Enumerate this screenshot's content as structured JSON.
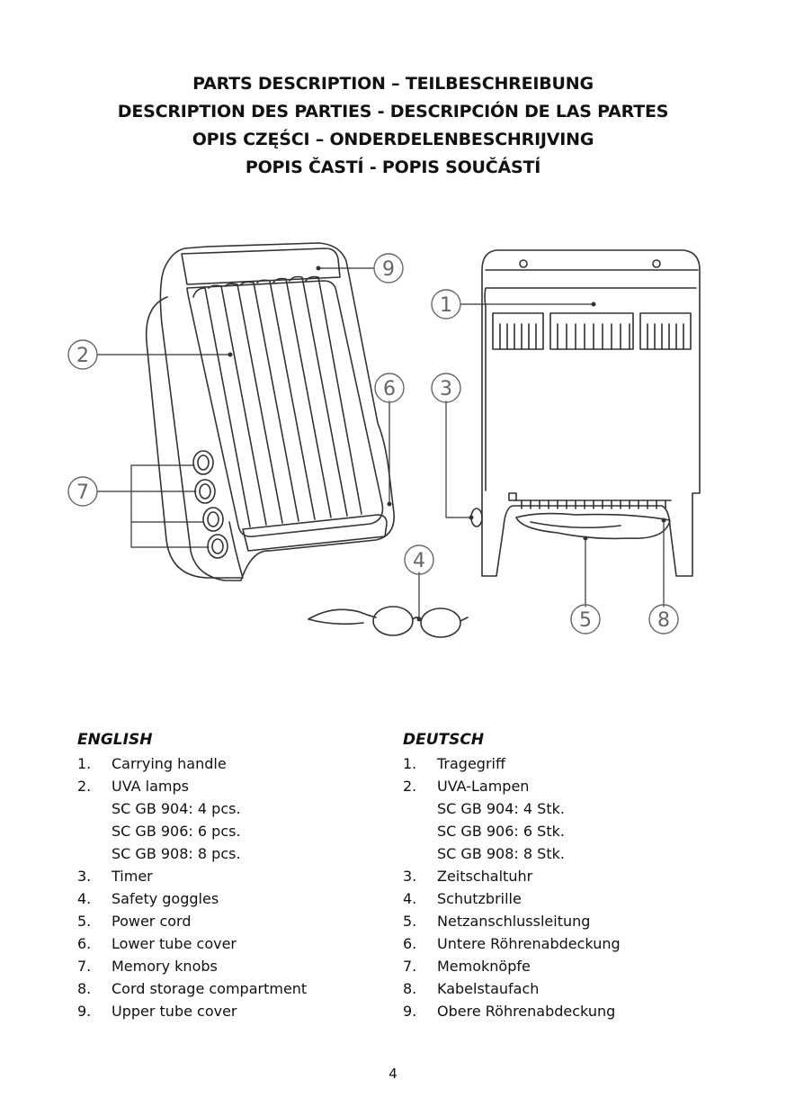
{
  "heading": {
    "lines": [
      "PARTS DESCRIPTION – TEILBESCHREIBUNG",
      "DESCRIPTION DES PARTIES - DESCRIPCIÓN DE LAS PARTES",
      "OPIS CZĘŚCI – ONDERDELENBESCHRIJVING",
      "POPIS ČASTÍ - POPIS SOUČÁSTÍ"
    ]
  },
  "figure": {
    "callouts": [
      "1",
      "2",
      "3",
      "4",
      "5",
      "6",
      "7",
      "8",
      "9"
    ]
  },
  "english": {
    "heading": "ENGLISH",
    "items": [
      {
        "num": "1.",
        "text": "Carrying handle"
      },
      {
        "num": "2.",
        "text": "UVA lamps"
      },
      {
        "num": "3.",
        "text": "Timer"
      },
      {
        "num": "4.",
        "text": "Safety goggles"
      },
      {
        "num": "5.",
        "text": "Power cord"
      },
      {
        "num": "6.",
        "text": "Lower tube cover"
      },
      {
        "num": "7.",
        "text": "Memory knobs"
      },
      {
        "num": "8.",
        "text": "Cord storage compartment"
      },
      {
        "num": "9.",
        "text": "Upper tube cover"
      }
    ],
    "sub": [
      "SC GB 904: 4 pcs.",
      "SC GB 906: 6 pcs.",
      "SC GB 908: 8 pcs."
    ]
  },
  "deutsch": {
    "heading": "DEUTSCH",
    "items": [
      {
        "num": "1.",
        "text": "Tragegriff"
      },
      {
        "num": "2.",
        "text": "UVA-Lampen"
      },
      {
        "num": "3.",
        "text": "Zeitschaltuhr"
      },
      {
        "num": "4.",
        "text": "Schutzbrille"
      },
      {
        "num": "5.",
        "text": "Netzanschlussleitung"
      },
      {
        "num": "6.",
        "text": "Untere Röhrenabdeckung"
      },
      {
        "num": "7.",
        "text": "Memoknöpfe"
      },
      {
        "num": "8.",
        "text": "Kabelstaufach"
      },
      {
        "num": "9.",
        "text": "Obere Röhrenabdeckung"
      }
    ],
    "sub": [
      "SC GB 904: 4 Stk.",
      "SC GB 906: 6 Stk.",
      "SC GB 908: 8 Stk."
    ]
  },
  "page_number": "4"
}
